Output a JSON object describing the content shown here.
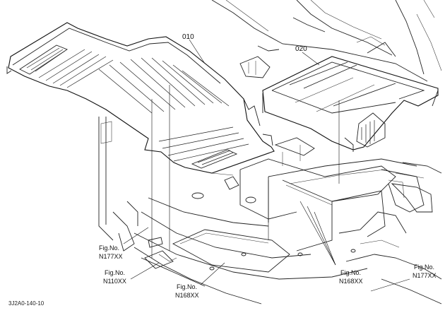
{
  "parts": {
    "p010": "010",
    "p020": "020"
  },
  "refs": [
    {
      "line1": "Fig.No.",
      "line2": "N177XX"
    },
    {
      "line1": "Fig.No.",
      "line2": "N110XX"
    },
    {
      "line1": "Fig.No.",
      "line2": "N168XX"
    },
    {
      "line1": "Fig.No.",
      "line2": "N168XX"
    },
    {
      "line1": "Fig.No.",
      "line2": "N177XX"
    }
  ],
  "drawing_code": "3J2A0-140-10"
}
